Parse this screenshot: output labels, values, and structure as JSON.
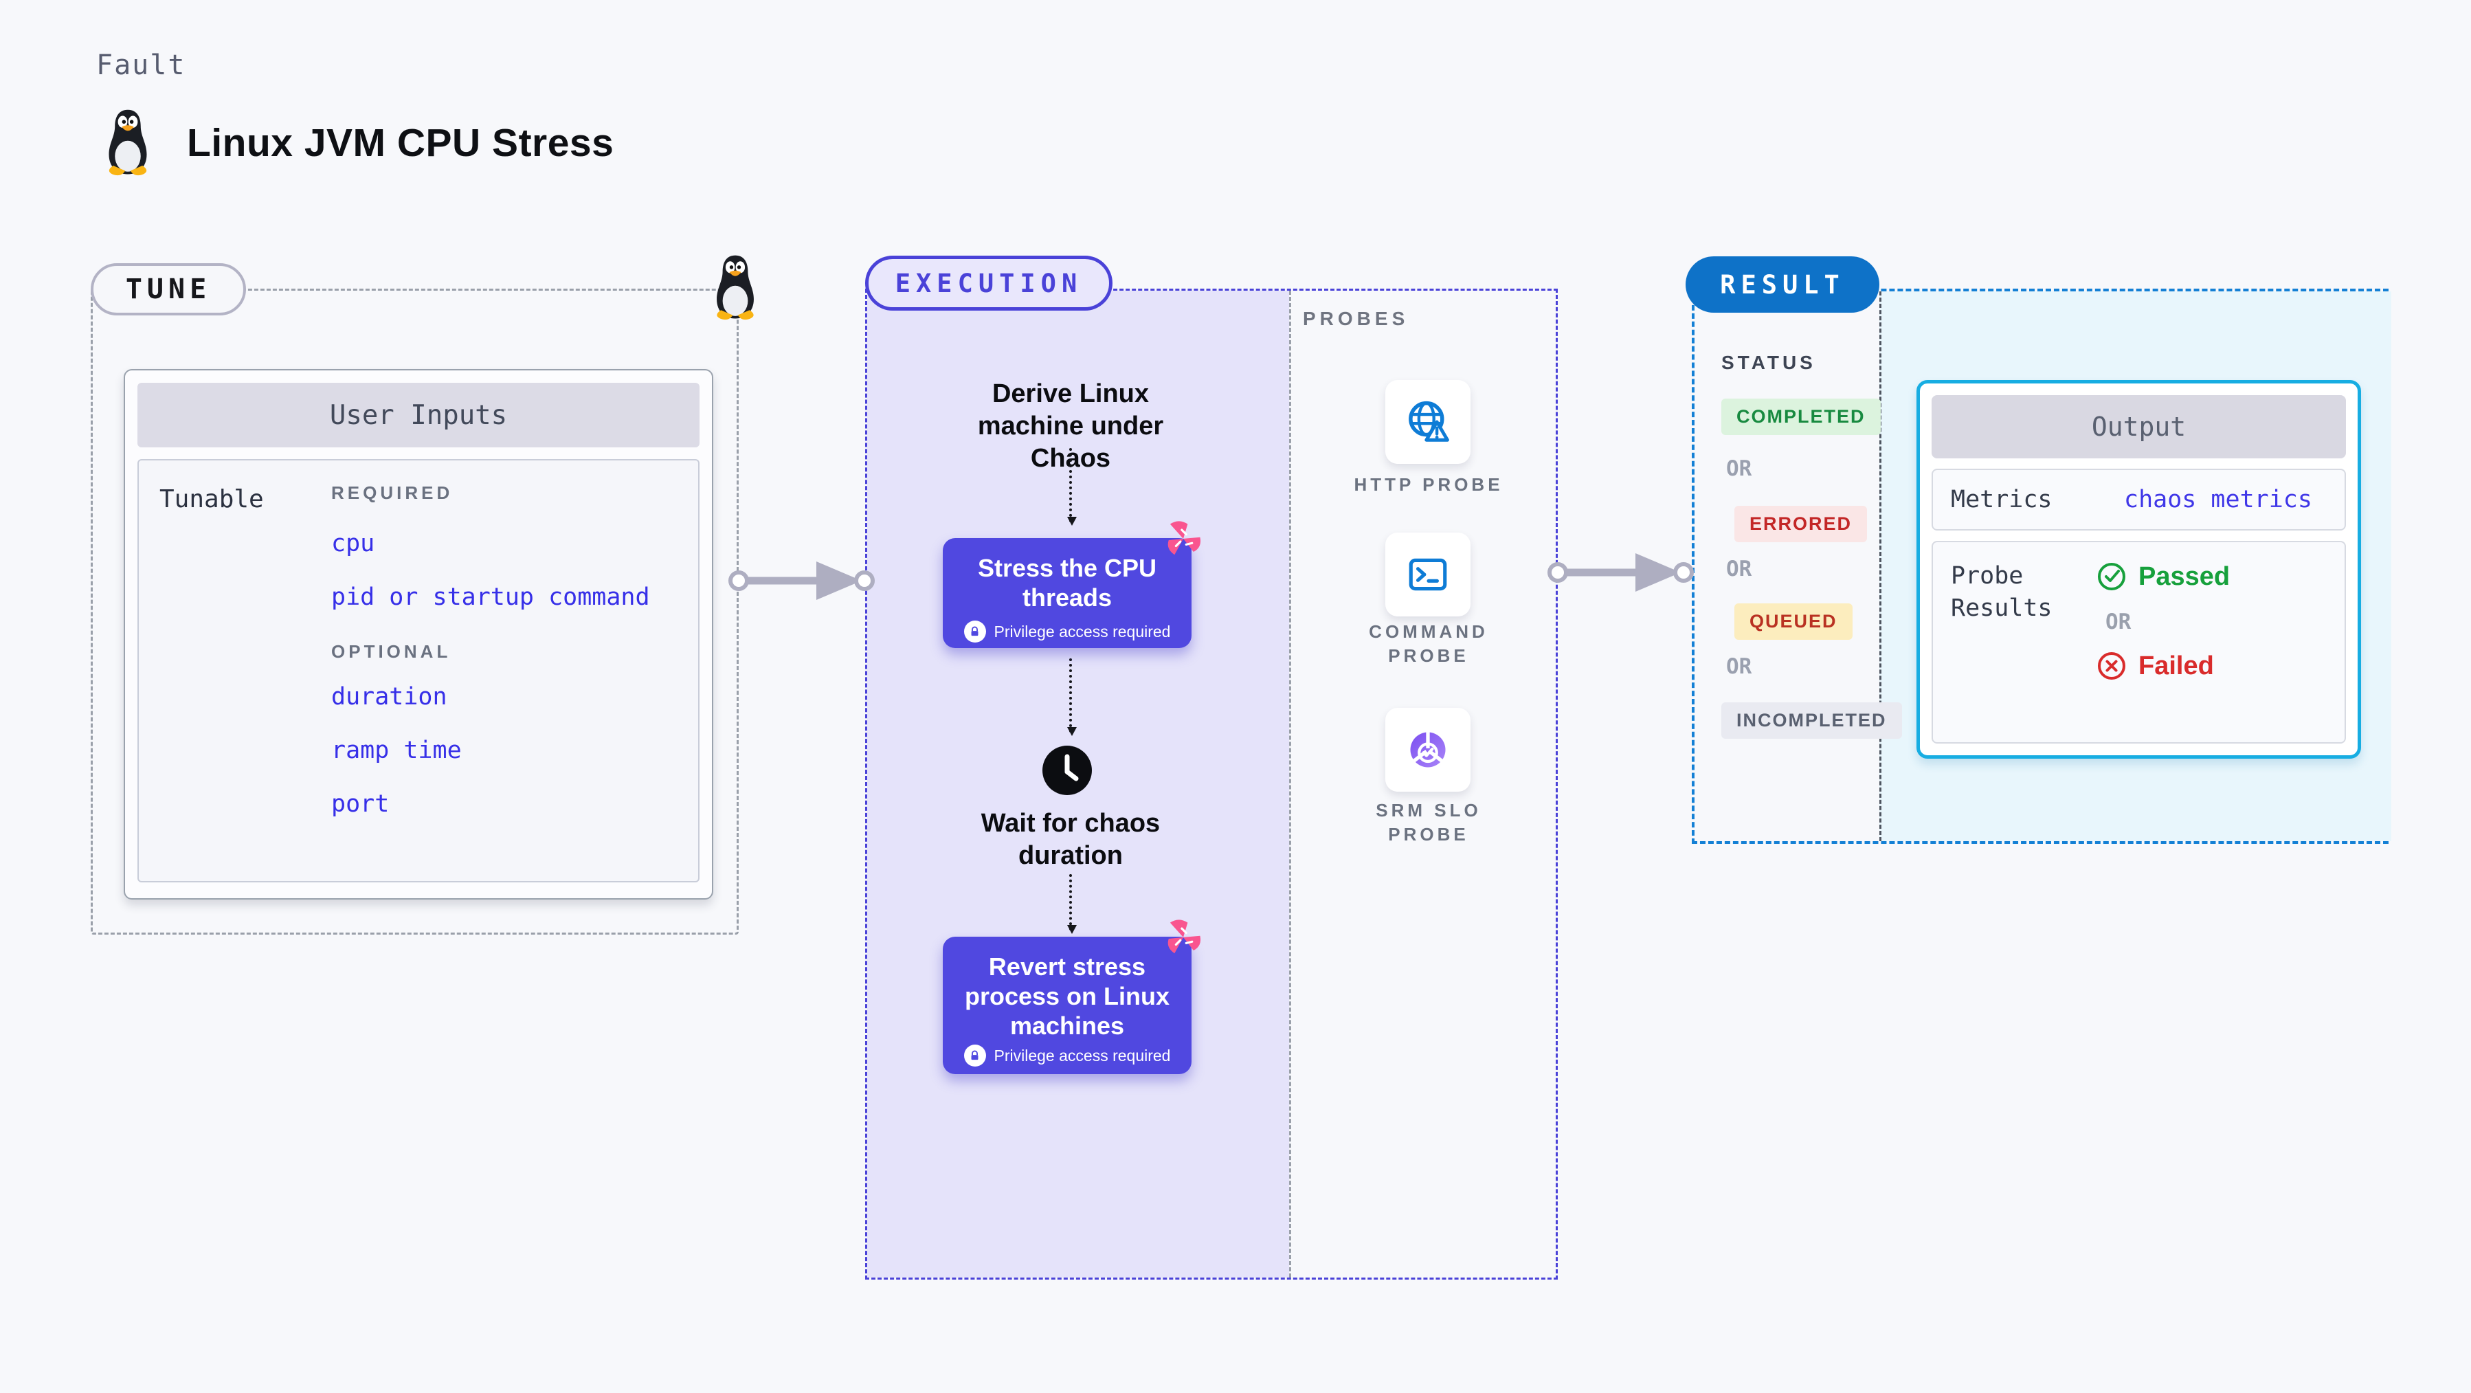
{
  "header": {
    "eyebrow": "Fault",
    "title": "Linux JVM CPU Stress",
    "icon": "tux-penguin-icon"
  },
  "tune": {
    "label": "TUNE",
    "corner_icon": "tux-penguin-icon",
    "user_inputs": {
      "title": "User Inputs",
      "row_label": "Tunable",
      "required_label": "REQUIRED",
      "required_items": [
        "cpu",
        "pid or startup command"
      ],
      "optional_label": "OPTIONAL",
      "optional_items": [
        "duration",
        "ramp time",
        "port"
      ]
    }
  },
  "execution": {
    "label": "EXECUTION",
    "derive_step": "Derive Linux machine under Chaos",
    "stress_step": {
      "title": "Stress the CPU threads",
      "badge": "Privilege access required",
      "badge_icon": "lock-icon",
      "corner_icon": "pinwheel-icon"
    },
    "wait_step": {
      "title": "Wait for chaos duration",
      "icon": "clock-icon"
    },
    "revert_step": {
      "title": "Revert stress process on Linux machines",
      "badge": "Privilege access required",
      "badge_icon": "lock-icon",
      "corner_icon": "pinwheel-icon"
    }
  },
  "probes": {
    "label": "PROBES",
    "items": [
      {
        "label": "HTTP PROBE",
        "icon": "globe-alert-icon"
      },
      {
        "label": "COMMAND PROBE",
        "icon": "terminal-icon"
      },
      {
        "label": "SRM SLO PROBE",
        "icon": "slo-pie-check-icon"
      }
    ]
  },
  "result": {
    "label": "RESULT",
    "status": {
      "heading": "STATUS",
      "separator": "OR",
      "badges": [
        {
          "label": "COMPLETED",
          "text_color": "#188a40",
          "bg_color": "#dcf3de"
        },
        {
          "label": "ERRORED",
          "text_color": "#c32727",
          "bg_color": "#fae6e6"
        },
        {
          "label": "QUEUED",
          "text_color": "#b93122",
          "bg_color": "#fcedbe"
        },
        {
          "label": "INCOMPLETED",
          "text_color": "#596070",
          "bg_color": "#e9eaf1"
        }
      ]
    },
    "output": {
      "title": "Output",
      "metrics_label": "Metrics",
      "metrics_value": "chaos metrics",
      "probe_results_label": "Probe Results",
      "passed_label": "Passed",
      "passed_icon": "check-circle-icon",
      "separator": "OR",
      "failed_label": "Failed",
      "failed_icon": "x-circle-icon"
    }
  },
  "colors": {
    "page_bg": "#f7f8fb",
    "tune_dash": "#9aa0aa",
    "execution_accent": "#4a42d8",
    "execution_fill": "#e5e3fa",
    "node_button": "#5048e0",
    "result_accent": "#1480d5",
    "result_fill": "#e8f6fc",
    "output_border": "#17ade2",
    "link_blue": "#362fe8",
    "arrow_gray": "#aeaec1",
    "pinwheel_pink": "#f9558f",
    "probe_icon_blue": "#0e7cd6",
    "srm_purple": "#8a5cf5",
    "passed_green": "#17a03c",
    "failed_red": "#d92b2b"
  }
}
